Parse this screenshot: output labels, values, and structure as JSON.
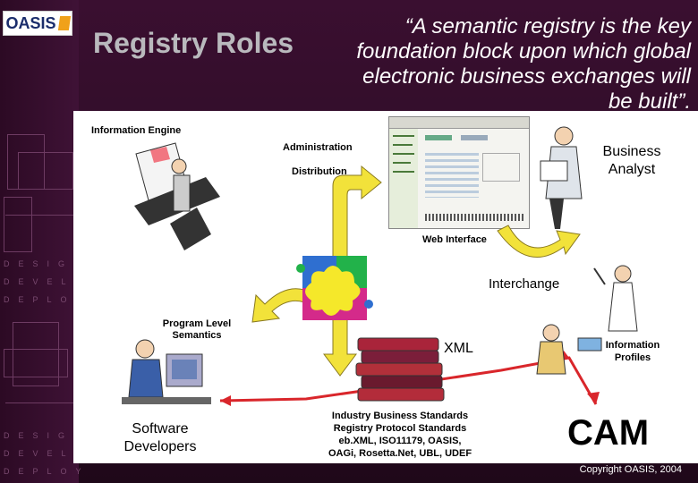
{
  "slide": {
    "title": "Registry Roles",
    "quote": "“A semantic registry is the key foundation block upon which global electronic business exchanges will be built”.",
    "logo_text": "OASIS",
    "sidebar_words": [
      "DESIGN",
      "DEVELOP",
      "DEPLOY",
      "DESIGN",
      "DEVELOP",
      "DEPLOY"
    ],
    "copyright": "Copyright OASIS, 2004"
  },
  "diagram": {
    "information_engine": "Information Engine",
    "administration": "Administration",
    "distribution": "Distribution",
    "business_analyst": "Business Analyst",
    "web_interface": "Web Interface",
    "interchange": "Interchange",
    "program_level_semantics": "Program Level Semantics",
    "xml": "XML",
    "information_profiles": "Information Profiles",
    "software_developers": "Software Developers",
    "standards": [
      "Industry Business Standards",
      "Registry Protocol Standards",
      "eb.XML, ISO11179, OASIS,",
      "OAGi, Rosetta.Net, UBL, UDEF"
    ],
    "cam": "CAM"
  },
  "colors": {
    "background": "#2a0b22",
    "arrow_yellow": "#f2e23a",
    "connector_red": "#d9262b",
    "puzzle_green": "#22b24a",
    "puzzle_magenta": "#d42a8a",
    "puzzle_blue": "#2f6fd0",
    "puzzle_yellow": "#f5e82a"
  },
  "icons": [
    "oasis-logo",
    "clerk-clipart",
    "analyst-clipart",
    "developer-clipart",
    "profile-worker-clipart",
    "books-clipart",
    "puzzle-icon",
    "web-screenshot"
  ]
}
